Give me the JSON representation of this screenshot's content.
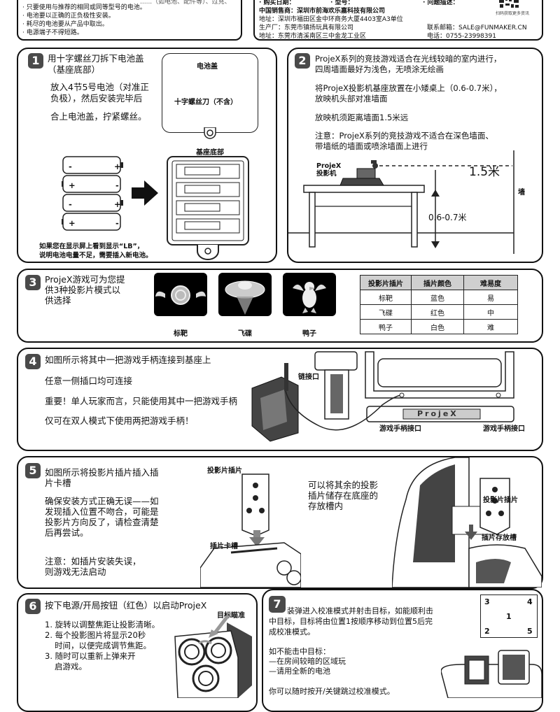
{
  "top_notes": {
    "lines": [
      "· 只要使用与推荐的相同或同等型号的电池。",
      "· 电池要以正确的正负极性安装。",
      "· 耗尽的电池要从产品中取出。",
      "· 电源端子不得短路。"
    ],
    "cut_line": "......（如电池、配件等）、过充、"
  },
  "top_info": {
    "purchase_date": "· 购买日期：",
    "model": "· 型号：",
    "problem": "· 问题描述：",
    "seller": "中国销售商：深圳市前海欢乐嘉科技有限公司",
    "address1": "地址：深圳市福田区金中环商务大厦4403室A3单位",
    "factory": "生产厂：东莞市镇扬玩具有限公司",
    "address2": "地址：东莞市清溪南区三中金龙工业区",
    "email": "联系邮箱：SALE@FUNMAKER.CN",
    "phone": "电话：0755-23998391",
    "qr_caption": "扫码获取更多资讯"
  },
  "step1": {
    "num": "1",
    "title": "用十字螺丝刀拆下电池盖",
    "title2": "（基座底部）",
    "line1": "放入4节5号电池（对准正",
    "line2": "负极），然后安装完毕后",
    "line3": "合上电池盖，拧紧螺丝。",
    "cover_label": "电池盖",
    "screwdriver": "十字螺丝刀（不含）",
    "base_label": "基座底部",
    "plus": "+",
    "minus": "-",
    "warn1": "如果您在显示屏上看到显示“LB”，",
    "warn2": "说明电池电量不足，需要插入新电池。"
  },
  "step2": {
    "num": "2",
    "line1": "ProjeX系列的竞技游戏适合在光线较暗的室内进行，",
    "line2": "四周墙面最好为浅色，无喷涂无绘画",
    "line3": "将ProjeX投影机基座放置在小矮桌上（0.6-0.7米），",
    "line4": "放映机头部对准墙面",
    "line5": "放映机须距离墙面1.5米远",
    "line6": "注意：ProjeX系列的竞技游戏不适合在深色墙面、",
    "line7": "带墙纸的墙面或喷涂墙面上进行",
    "proj_label1": "ProjeX",
    "proj_label2": "投影机",
    "distance": "1.5米",
    "height": "0.6-0.7米",
    "wall": "墙"
  },
  "step3": {
    "num": "3",
    "line1": "ProjeX游戏可为您提",
    "line2": "供3种投影片模式以",
    "line3": "供选择",
    "modes": [
      "标靶",
      "飞碟",
      "鸭子"
    ],
    "table": {
      "headers": [
        "投影片插片",
        "插片颜色",
        "难易度"
      ],
      "rows": [
        [
          "标靶",
          "蓝色",
          "易"
        ],
        [
          "飞碟",
          "红色",
          "中"
        ],
        [
          "鸭子",
          "白色",
          "难"
        ]
      ]
    }
  },
  "step4": {
    "num": "4",
    "line1": "如图所示将其中一把游戏手柄连接到基座上",
    "line2": "任意一侧插口均可连接",
    "line3": "重要！单人玩家而言，只能使用其中一把游戏手柄",
    "line4": "仅可在双人模式下使用两把游戏手柄！",
    "port_label": "链接口",
    "left_port": "游戏手柄接口",
    "right_port": "游戏手柄接口",
    "logo": "ProjeX"
  },
  "step5": {
    "num": "5",
    "line1": "如图所示将投影片插片插入插",
    "line2": "片卡槽",
    "line3": "确保安装方式正确无误——如",
    "line4": "发现插入位置不吻合，可能是",
    "line5": "投影片方向反了，请检查清楚",
    "line6": "后再尝试。",
    "line7": "注意：如插片安装失误，",
    "line8": "则游戏无法启动",
    "insert_label": "投影片插片",
    "slot_label": "插片卡槽",
    "store1": "可以将其余的投影",
    "store2": "插片储存在底座的",
    "store3": "存放槽内",
    "insert_label2": "投影片插片",
    "storage_label": "插片存放槽"
  },
  "step6": {
    "num": "6",
    "title": "按下电源/开局按钮（红色）以启动ProjeX",
    "item1": "1. 旋转以调整焦距让投影清晰。",
    "item2a": "2. 每个投影图片将显示20秒",
    "item2b": "时间，以便完成调节焦距。",
    "item3a": "3. 随时可以重新上弹来开",
    "item3b": "启游戏。",
    "target_label": "目标瞄准"
  },
  "step7": {
    "num": "7",
    "line1": "装弹进入校准模式并射击目标，如能顺利击",
    "line2": "中目标，目标将由位置1按顺序移动到位置5后完",
    "line3": "成校准模式。",
    "line4": "如不能击中目标：",
    "line5": "—在房间较暗的区域玩",
    "line6": "—请用全新的电池",
    "line7": "你可以随时按开/关键跳过校准模式。",
    "positions": [
      "3",
      "4",
      "1",
      "2",
      "5"
    ]
  }
}
